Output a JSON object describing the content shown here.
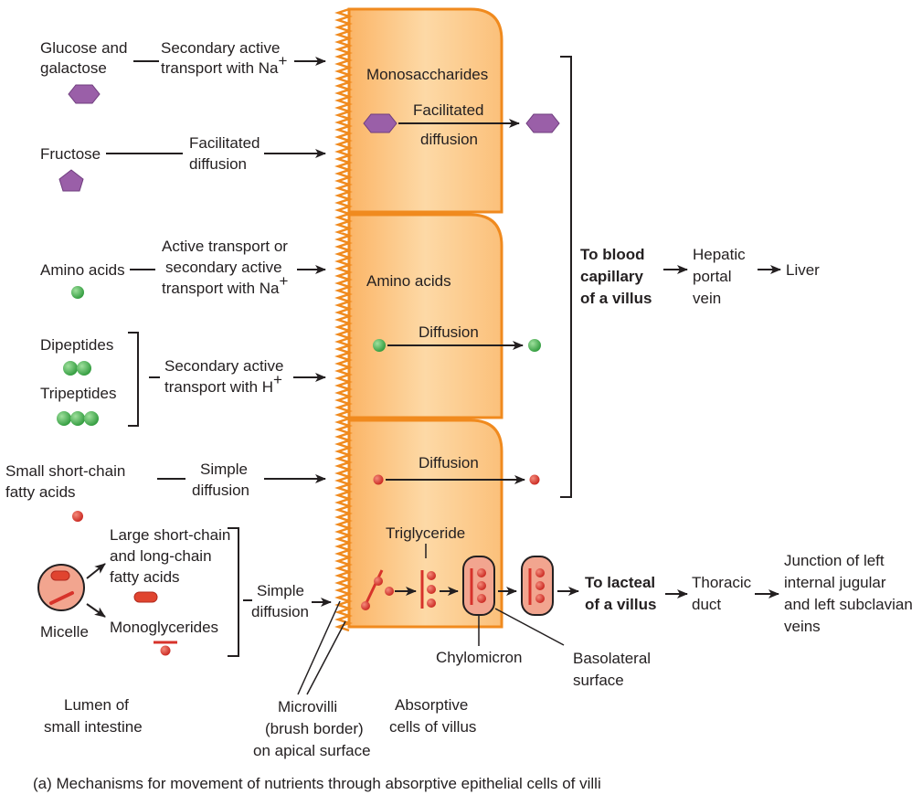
{
  "lumen": {
    "glucose_galactose": [
      "Glucose and",
      "galactose"
    ],
    "fructose": "Fructose",
    "amino_acids": "Amino acids",
    "dipeptides": "Dipeptides",
    "tripeptides": "Tripeptides",
    "small_fatty_acids": [
      "Small short-chain",
      "fatty acids"
    ],
    "large_fatty_acids": [
      "Large short-chain",
      "and long-chain",
      "fatty acids"
    ],
    "monoglycerides": "Monoglycerides",
    "micelle": "Micelle"
  },
  "mechanisms": {
    "glucose": [
      "Secondary active",
      "transport with Na"
    ],
    "fructose": [
      "Facilitated",
      "diffusion"
    ],
    "amino": [
      "Active transport or",
      "secondary active",
      "transport with Na"
    ],
    "peptides": [
      "Secondary active",
      "transport with H"
    ],
    "small_fa": [
      "Simple",
      "diffusion"
    ],
    "lipids": [
      "Simple",
      "diffusion"
    ],
    "sup_na": "+",
    "sup_h": "+"
  },
  "cell": {
    "monosaccharides": "Monosaccharides",
    "facilitated": [
      "Facilitated",
      "diffusion"
    ],
    "amino_acids": "Amino acids",
    "diffusion_amino": "Diffusion",
    "diffusion_fa": "Diffusion",
    "triglyceride": "Triglyceride"
  },
  "outputs": {
    "blood": [
      "To blood",
      "capillary",
      "of a villus"
    ],
    "hepatic": [
      "Hepatic",
      "portal",
      "vein"
    ],
    "liver": "Liver",
    "lacteal": [
      "To lacteal",
      "of a villus"
    ],
    "thoracic": [
      "Thoracic",
      "duct"
    ],
    "junction": [
      "Junction of left",
      "internal jugular",
      "and left subclavian",
      "veins"
    ]
  },
  "bottom": {
    "lumen": [
      "Lumen of",
      "small intestine"
    ],
    "microvilli": [
      "Microvilli",
      "(brush border)",
      "on apical surface"
    ],
    "absorptive": [
      "Absorptive",
      "cells of villus"
    ],
    "chylomicron": "Chylomicron",
    "basolateral": [
      "Basolateral",
      "surface"
    ]
  },
  "caption": "(a) Mechanisms for movement of nutrients through absorptive epithelial cells of villi",
  "colors": {
    "cell_fill": "#fcc98a",
    "cell_edge": "#f08a1e",
    "hexagon": "#9a5fa8",
    "green": "#3fae4a",
    "red": "#d7332b",
    "micelle": "#f2a58f"
  }
}
